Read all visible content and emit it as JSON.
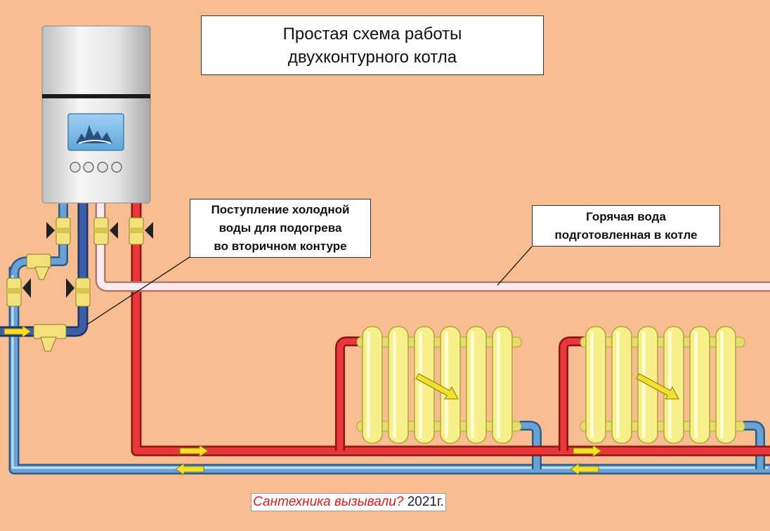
{
  "title": {
    "line1": "Простая схема работы",
    "line2": "двухконтурного котла"
  },
  "labels": {
    "cold_water": {
      "line1": "Поступление холодной",
      "line2": "воды для подогрева",
      "line3": "во вторичном контуре"
    },
    "hot_water": {
      "line1": "Горячая вода",
      "line2": "подготовленная в котле"
    }
  },
  "stamp": {
    "text": "Сантехника вызывали?",
    "year": "2021г."
  },
  "colors": {
    "background": "#f9bd92",
    "supply_pipe": "#e8383a",
    "return_pipe": "#6aa2d4",
    "cold_inlet_pipe": "#3c5ea8",
    "hot_dhw_pipe": "#fbeceb",
    "radiator": "#f7f08a",
    "fitting": "#f3e27a",
    "flow_arrow": "#f2e02a"
  }
}
